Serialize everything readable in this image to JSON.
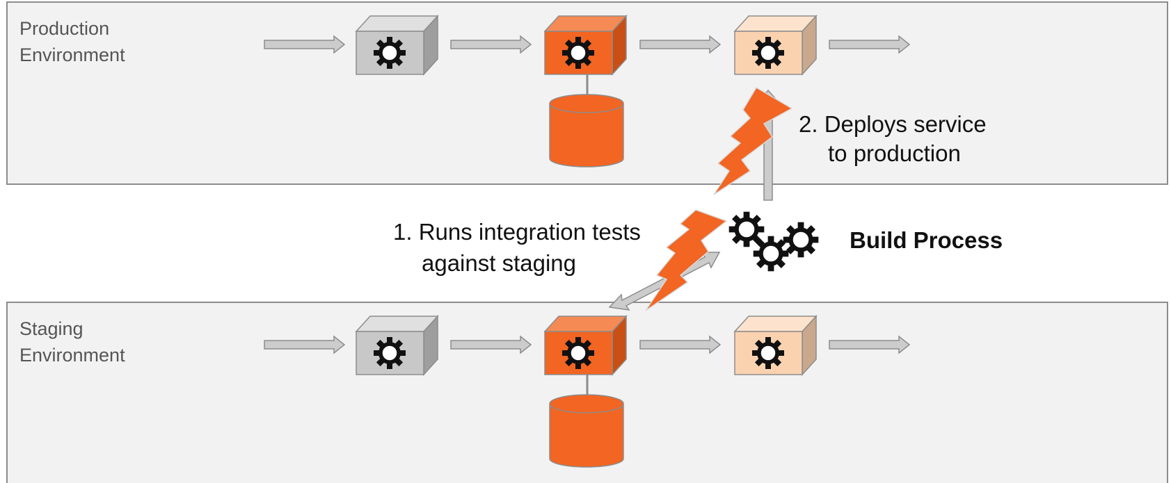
{
  "environments": {
    "production": {
      "label_line1": "Production",
      "label_line2": "Environment"
    },
    "staging": {
      "label_line1": "Staging",
      "label_line2": "Environment"
    }
  },
  "steps": {
    "step1_line1": "1. Runs integration tests",
    "step1_line2": "against staging",
    "step2_line1": "2. Deploys service",
    "step2_line2": "to production"
  },
  "build_process": {
    "label": "Build Process"
  },
  "colors": {
    "panel_fill": "#f2f2f2",
    "panel_border": "#8c8c8c",
    "arrow_fill": "#cccccc",
    "arrow_stroke": "#8c8c8c",
    "service_gray": "#c8c8c8",
    "service_orange": "#f26522",
    "service_peach": "#fbd2b0",
    "database": "#f26522",
    "lightning": "#f26522",
    "gear": "#111111"
  },
  "icons": {
    "service": "gear-cube-icon",
    "database": "cylinder-database-icon",
    "build": "gears-icon",
    "trigger": "lightning-bolt-icon"
  }
}
